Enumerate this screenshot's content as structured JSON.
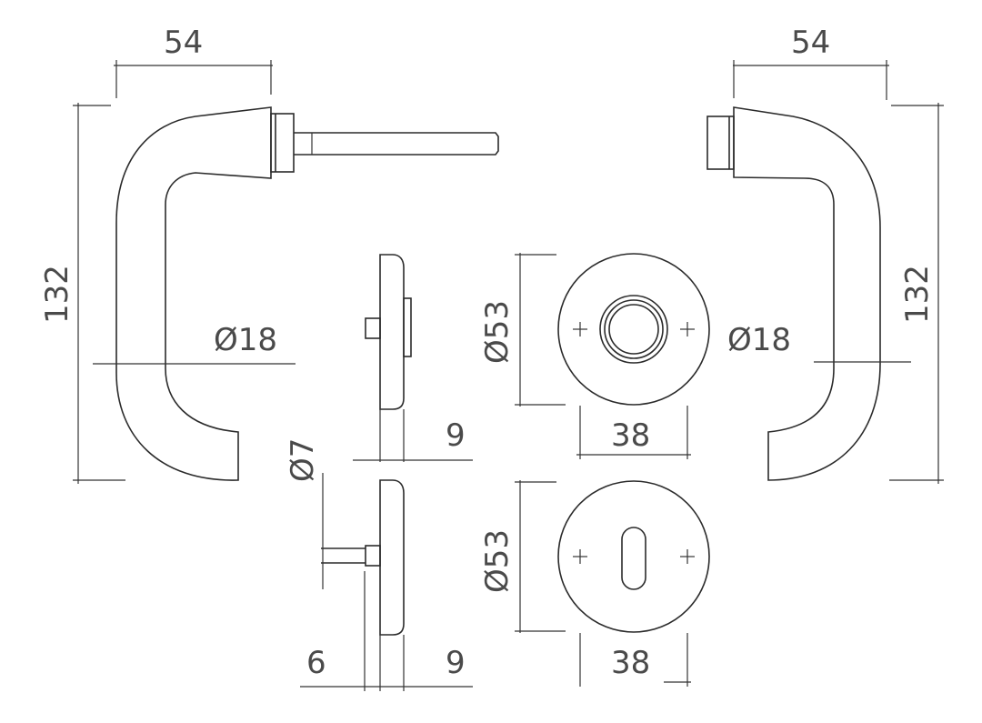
{
  "dimensions": {
    "left_handle_width": "54",
    "right_handle_width": "54",
    "left_handle_height": "132",
    "right_handle_height": "132",
    "left_handle_diameter": "Ø18",
    "right_handle_diameter": "Ø18",
    "rose_top_diameter": "Ø53",
    "rose_bottom_diameter": "Ø53",
    "rose_top_width": "38",
    "rose_bottom_width": "38",
    "pin_diameter": "Ø7",
    "rose_top_thickness": "9",
    "rose_bottom_thickness": "9",
    "pin_length": "6"
  },
  "colors": {
    "line": "#2b2b2b",
    "text": "#4a4a4a",
    "background": "#ffffff"
  }
}
